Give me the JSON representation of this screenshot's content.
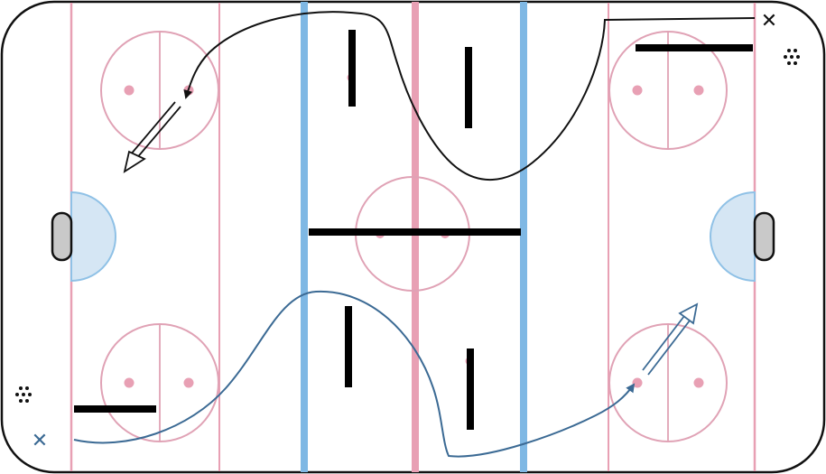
{
  "diagram": {
    "kind": "hockey-rink-drill",
    "players": [
      {
        "id": "player-top-right",
        "glyph": "✕",
        "color": "#111111"
      },
      {
        "id": "player-bottom-left",
        "glyph": "✕",
        "color": "#3b6a94"
      }
    ],
    "pucks": [
      {
        "id": "puck-pile-right",
        "color": "#111111"
      },
      {
        "id": "puck-pile-left",
        "color": "#111111"
      }
    ],
    "routes": [
      {
        "id": "route-black",
        "color": "#111111",
        "type": "skate-then-pass"
      },
      {
        "id": "route-blue",
        "color": "#3b6a94",
        "type": "skate-then-pass"
      }
    ],
    "colors": {
      "rink_outline": "#111111",
      "red_lines": "#e8a0b4",
      "blue_lines": "#7fb8e4",
      "faceoff_circles": "#e0a2b5",
      "crease_fill": "#d5e6f4",
      "crease_stroke": "#8fc1e6",
      "goal_fill": "#c9c9c9",
      "obstacles": "#000000"
    }
  }
}
